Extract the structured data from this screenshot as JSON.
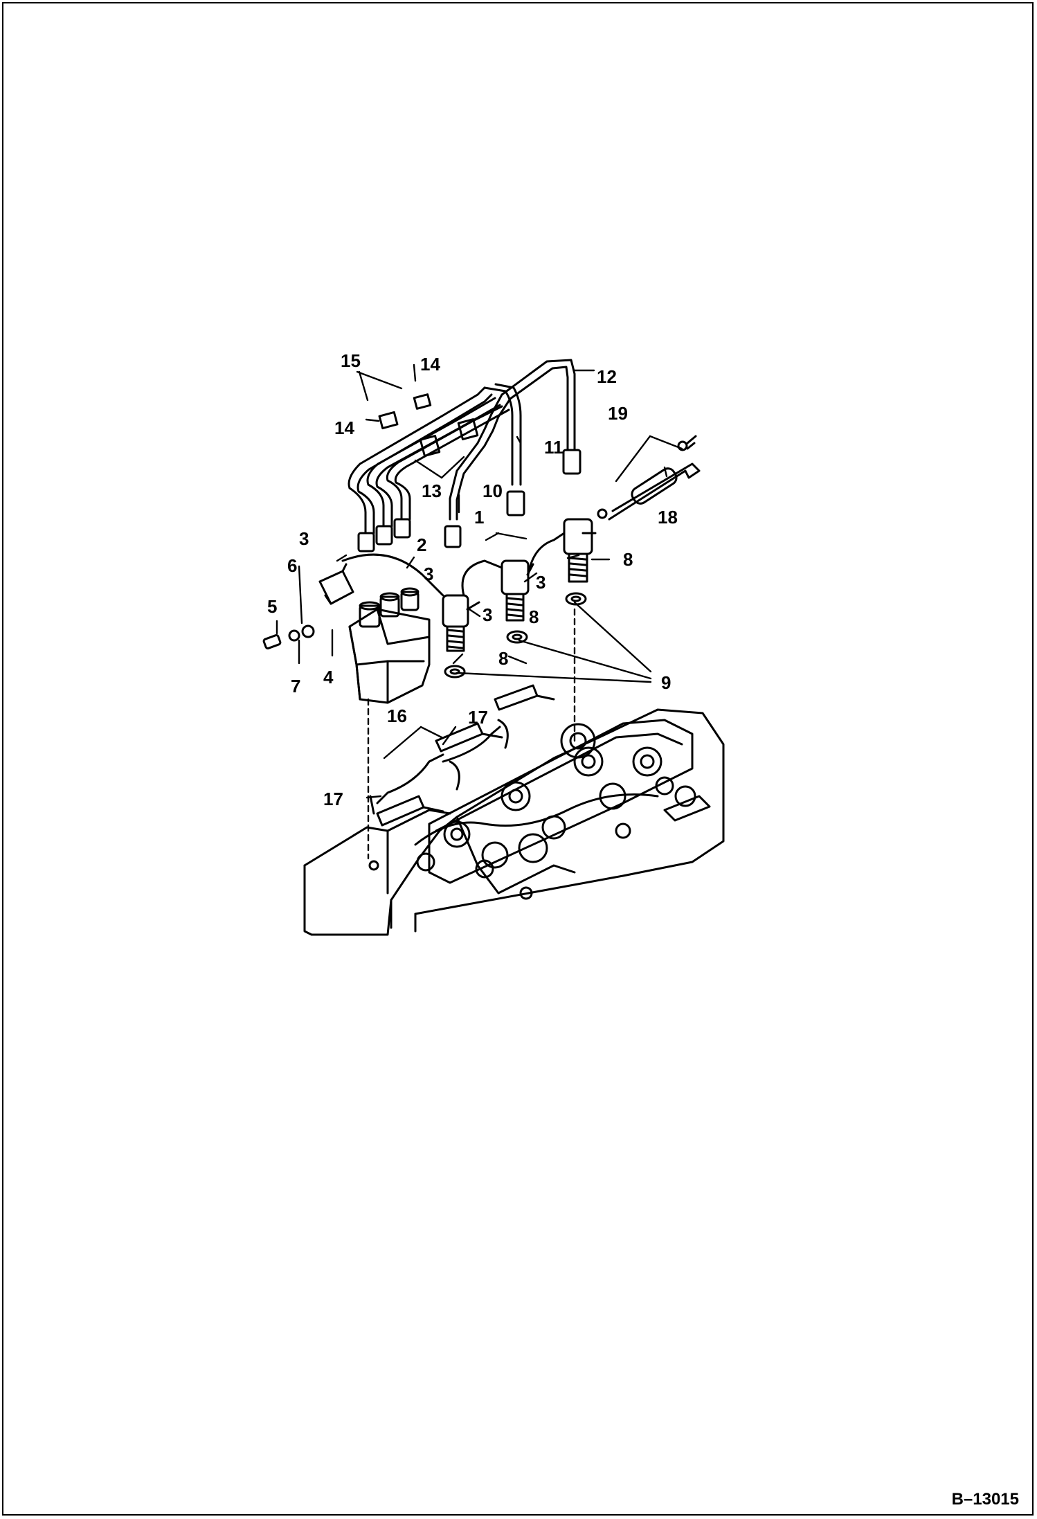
{
  "diagram": {
    "callouts": {
      "c1": "1",
      "c2": "2",
      "c3a": "3",
      "c3b": "3",
      "c3c": "3",
      "c3d": "3",
      "c4": "4",
      "c5": "5",
      "c6": "6",
      "c7": "7",
      "c8a": "8",
      "c8b": "8",
      "c8c": "8",
      "c9": "9",
      "c10": "10",
      "c11": "11",
      "c12": "12",
      "c13": "13",
      "c14a": "14",
      "c14b": "14",
      "c15": "15",
      "c16": "16",
      "c17a": "17",
      "c17b": "17",
      "c18": "18",
      "c19": "19"
    },
    "figure_id": "B–13015"
  }
}
